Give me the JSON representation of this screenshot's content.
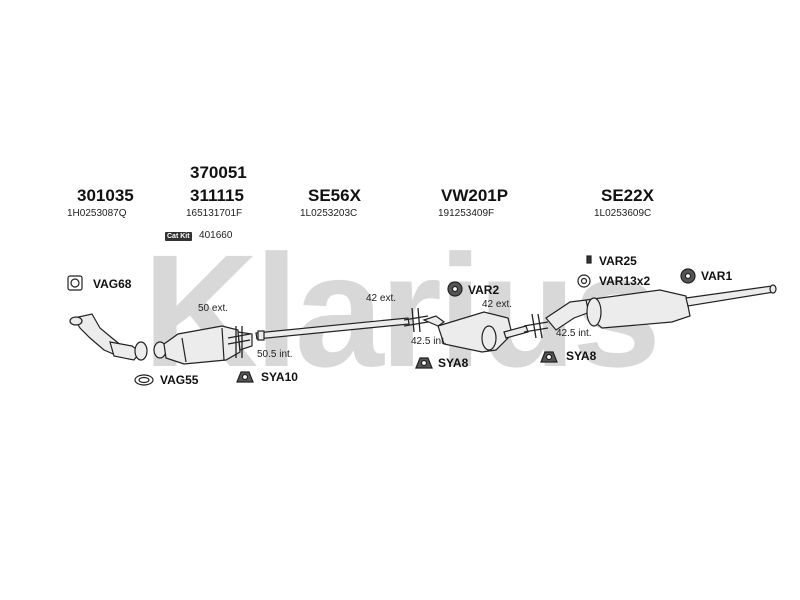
{
  "watermark": {
    "text": "Klarius"
  },
  "columns": [
    {
      "part": "301035",
      "ref": "1H0253087Q"
    },
    {
      "part_top": "370051",
      "part": "311115",
      "ref": "165131701F"
    },
    {
      "part": "SE56X",
      "ref": "1L0253203C"
    },
    {
      "part": "VW201P",
      "ref": "191253409F"
    },
    {
      "part": "SE22X",
      "ref": "1L0253609C"
    }
  ],
  "cat_kit": {
    "badge": "Cat Kit",
    "number": "401660"
  },
  "fittings": [
    {
      "label": "VAG68"
    },
    {
      "label": "VAG55"
    },
    {
      "label": "SYA10"
    },
    {
      "label": "VAR2"
    },
    {
      "label": "SYA8"
    },
    {
      "label": "SYA8"
    },
    {
      "label": "VAR25"
    },
    {
      "label": "VAR13x2"
    },
    {
      "label": "VAR1"
    }
  ],
  "measurements": [
    {
      "text": "50 ext."
    },
    {
      "text": "50.5 int."
    },
    {
      "text": "42 ext."
    },
    {
      "text": "42.5 int."
    },
    {
      "text": "42 ext."
    },
    {
      "text": "42.5 int."
    }
  ],
  "colors": {
    "watermark": "#d8d8d8",
    "line": "#222222",
    "part_fill": "#ececec"
  }
}
